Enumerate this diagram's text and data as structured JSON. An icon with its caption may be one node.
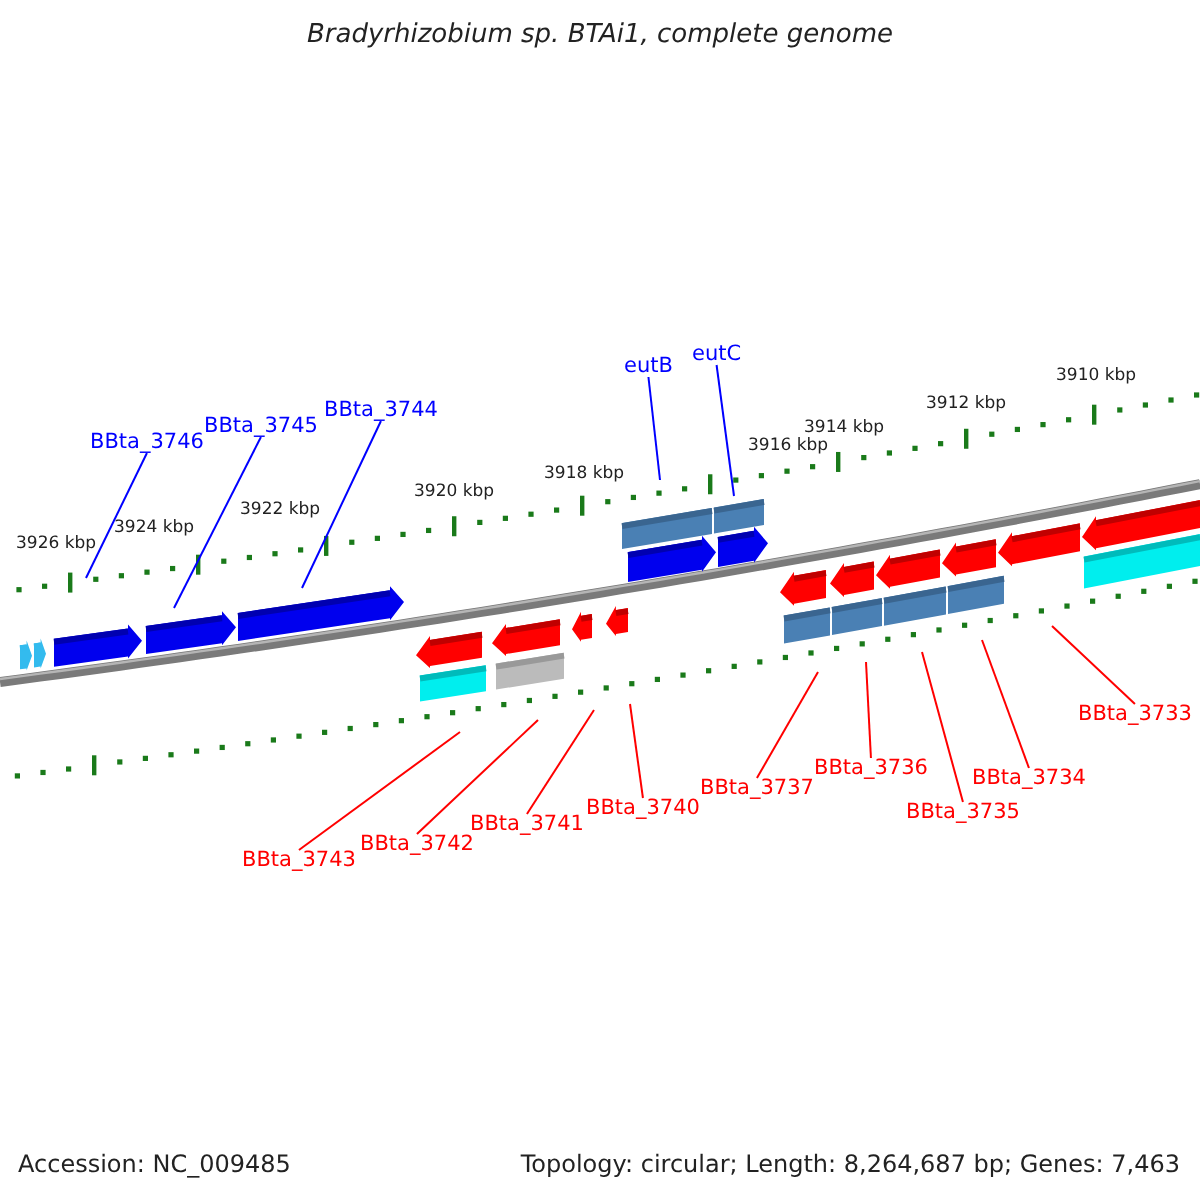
{
  "diagram": {
    "title": "Bradyrhizobium sp. BTAi1, complete genome",
    "nodes": [
      {
        "text": [
          "BBta_3746"
        ]
      },
      {
        "text": [
          "BBta_3745"
        ]
      },
      {
        "text": [
          "BBta_3744"
        ]
      },
      {
        "text": [
          "eutB"
        ]
      },
      {
        "text": [
          "eutC"
        ]
      },
      {
        "text": [
          "BBta_3743"
        ]
      },
      {
        "text": [
          "BBta_3742"
        ]
      },
      {
        "text": [
          "BBta_3741"
        ]
      },
      {
        "text": [
          "BBta_3740"
        ]
      },
      {
        "text": [
          "BBta_3737"
        ]
      },
      {
        "text": [
          "BBta_3736"
        ]
      },
      {
        "text": [
          "BBta_3735"
        ]
      },
      {
        "text": [
          "BBta_3734"
        ]
      },
      {
        "text": [
          "BBta_3733"
        ]
      }
    ],
    "edges": [
      {
        "from": 0,
        "to": null,
        "arrow": "none",
        "color": "#0000ff"
      },
      {
        "from": 1,
        "to": null,
        "arrow": "none",
        "color": "#0000ff"
      },
      {
        "from": 2,
        "to": null,
        "arrow": "none",
        "color": "#0000ff"
      },
      {
        "from": 3,
        "to": null,
        "arrow": "none",
        "color": "#0000ff"
      },
      {
        "from": 4,
        "to": null,
        "arrow": "none",
        "color": "#0000ff"
      },
      {
        "from": 5,
        "to": null,
        "arrow": "none"
      },
      {
        "from": 6,
        "to": null,
        "arrow": "none"
      },
      {
        "from": 7,
        "to": null,
        "arrow": "none"
      },
      {
        "from": 8,
        "to": null,
        "arrow": "none"
      },
      {
        "from": 9,
        "to": null,
        "arrow": "none"
      },
      {
        "from": 10,
        "to": null,
        "arrow": "none"
      },
      {
        "from": 11,
        "to": null,
        "arrow": "none"
      },
      {
        "from": 12,
        "to": null,
        "arrow": "none"
      },
      {
        "from": 13,
        "to": null,
        "arrow": "none"
      }
    ],
    "labels": [
      "3910 kbp",
      "3912 kbp",
      "3914 kbp",
      "3916 kbp",
      "3918 kbp",
      "3920 kbp",
      "3922 kbp",
      "3924 kbp",
      "3926 kbp",
      "Accession: NC_009485",
      "Topology: circular; Length: 8,264,687 bp; Genes: 7,463"
    ]
  }
}
